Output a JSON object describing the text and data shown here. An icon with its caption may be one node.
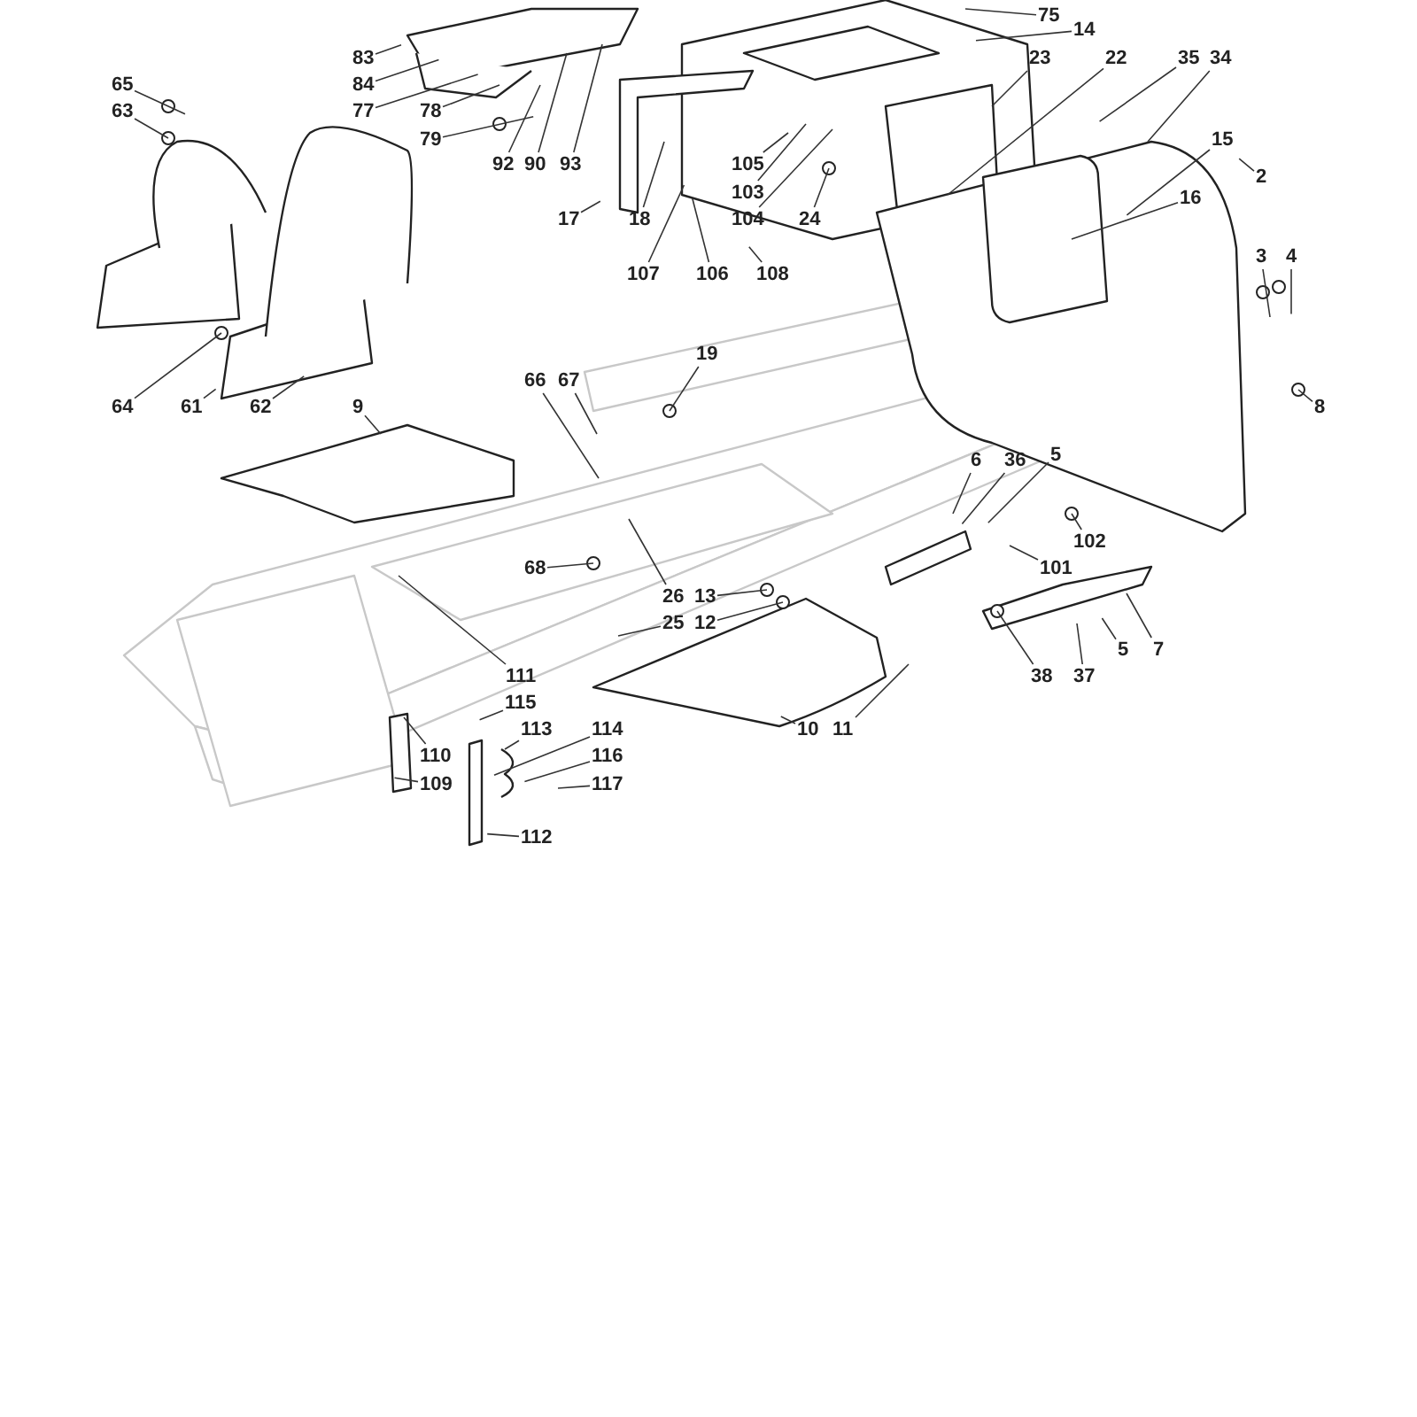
{
  "diagram": {
    "nodes": [
      {
        "text": [
          "75"
        ]
      },
      {
        "text": [
          "14"
        ]
      },
      {
        "text": [
          "83"
        ]
      },
      {
        "text": [
          "84"
        ]
      },
      {
        "text": [
          "77"
        ]
      },
      {
        "text": [
          "78"
        ]
      },
      {
        "text": [
          "79"
        ]
      },
      {
        "text": [
          "23"
        ]
      },
      {
        "text": [
          "22"
        ]
      },
      {
        "text": [
          "35"
        ]
      },
      {
        "text": [
          "34"
        ]
      },
      {
        "text": [
          "65"
        ]
      },
      {
        "text": [
          "63"
        ]
      },
      {
        "text": [
          "15"
        ]
      },
      {
        "text": [
          "92"
        ]
      },
      {
        "text": [
          "90"
        ]
      },
      {
        "text": [
          "93"
        ]
      },
      {
        "text": [
          "105"
        ]
      },
      {
        "text": [
          "103"
        ]
      },
      {
        "text": [
          "16"
        ]
      },
      {
        "text": [
          "2"
        ]
      },
      {
        "text": [
          "17"
        ]
      },
      {
        "text": [
          "18"
        ]
      },
      {
        "text": [
          "104"
        ]
      },
      {
        "text": [
          "24"
        ]
      },
      {
        "text": [
          "3"
        ]
      },
      {
        "text": [
          "4"
        ]
      },
      {
        "text": [
          "107"
        ]
      },
      {
        "text": [
          "106"
        ]
      },
      {
        "text": [
          "108"
        ]
      },
      {
        "text": [
          "19"
        ]
      },
      {
        "text": [
          "66"
        ]
      },
      {
        "text": [
          "67"
        ]
      },
      {
        "text": [
          "64"
        ]
      },
      {
        "text": [
          "61"
        ]
      },
      {
        "text": [
          "62"
        ]
      },
      {
        "text": [
          "9"
        ]
      },
      {
        "text": [
          "8"
        ]
      },
      {
        "text": [
          "6"
        ]
      },
      {
        "text": [
          "36"
        ]
      },
      {
        "text": [
          "5"
        ]
      },
      {
        "text": [
          "102"
        ]
      },
      {
        "text": [
          "68"
        ]
      },
      {
        "text": [
          "101"
        ]
      },
      {
        "text": [
          "26"
        ]
      },
      {
        "text": [
          "13"
        ]
      },
      {
        "text": [
          "25"
        ]
      },
      {
        "text": [
          "12"
        ]
      },
      {
        "text": [
          "5"
        ]
      },
      {
        "text": [
          "7"
        ]
      },
      {
        "text": [
          "111"
        ]
      },
      {
        "text": [
          "38"
        ]
      },
      {
        "text": [
          "37"
        ]
      },
      {
        "text": [
          "115"
        ]
      },
      {
        "text": [
          "113"
        ]
      },
      {
        "text": [
          "114"
        ]
      },
      {
        "text": [
          "10"
        ]
      },
      {
        "text": [
          "11"
        ]
      },
      {
        "text": [
          "110"
        ]
      },
      {
        "text": [
          "116"
        ]
      },
      {
        "text": [
          "109"
        ]
      },
      {
        "text": [
          "117"
        ]
      },
      {
        "text": [
          "112"
        ]
      }
    ],
    "edges": [
      {
        "from": 0,
        "to": null,
        "arrow": "none"
      },
      {
        "from": 1,
        "to": null,
        "arrow": "none"
      },
      {
        "from": 2,
        "to": null,
        "arrow": "none"
      },
      {
        "from": 3,
        "to": null,
        "arrow": "none"
      },
      {
        "from": 4,
        "to": null,
        "arrow": "none"
      },
      {
        "from": 5,
        "to": null,
        "arrow": "none"
      },
      {
        "from": 6,
        "to": null,
        "arrow": "none"
      },
      {
        "from": 7,
        "to": null,
        "arrow": "none"
      },
      {
        "from": 8,
        "to": null,
        "arrow": "none"
      },
      {
        "from": 9,
        "to": null,
        "arrow": "none"
      },
      {
        "from": 10,
        "to": null,
        "arrow": "none"
      },
      {
        "from": 11,
        "to": null,
        "arrow": "none"
      },
      {
        "from": 12,
        "to": null,
        "arrow": "none"
      },
      {
        "from": 13,
        "to": null,
        "arrow": "none"
      },
      {
        "from": 14,
        "to": null,
        "arrow": "none"
      },
      {
        "from": 15,
        "to": null,
        "arrow": "none"
      },
      {
        "from": 16,
        "to": null,
        "arrow": "none"
      },
      {
        "from": 17,
        "to": null,
        "arrow": "none"
      },
      {
        "from": 18,
        "to": null,
        "arrow": "none"
      },
      {
        "from": 19,
        "to": null,
        "arrow": "none"
      },
      {
        "from": 20,
        "to": null,
        "arrow": "none"
      },
      {
        "from": 21,
        "to": null,
        "arrow": "none"
      },
      {
        "from": 22,
        "to": null,
        "arrow": "none"
      },
      {
        "from": 23,
        "to": null,
        "arrow": "none"
      },
      {
        "from": 24,
        "to": null,
        "arrow": "none"
      },
      {
        "from": 25,
        "to": null,
        "arrow": "none"
      },
      {
        "from": 26,
        "to": null,
        "arrow": "none"
      },
      {
        "from": 27,
        "to": null,
        "arrow": "none"
      },
      {
        "from": 28,
        "to": null,
        "arrow": "none"
      },
      {
        "from": 29,
        "to": null,
        "arrow": "none"
      },
      {
        "from": 30,
        "to": null,
        "arrow": "none"
      },
      {
        "from": 31,
        "to": null,
        "arrow": "none"
      },
      {
        "from": 32,
        "to": null,
        "arrow": "none"
      },
      {
        "from": 33,
        "to": null,
        "arrow": "none"
      },
      {
        "from": 34,
        "to": null,
        "arrow": "none"
      },
      {
        "from": 35,
        "to": null,
        "arrow": "none"
      },
      {
        "from": 36,
        "to": null,
        "arrow": "none"
      },
      {
        "from": 37,
        "to": null,
        "arrow": "none"
      },
      {
        "from": 38,
        "to": null,
        "arrow": "none"
      },
      {
        "from": 39,
        "to": null,
        "arrow": "none"
      },
      {
        "from": 40,
        "to": null,
        "arrow": "none"
      },
      {
        "from": 41,
        "to": null,
        "arrow": "none"
      },
      {
        "from": 42,
        "to": null,
        "arrow": "none"
      },
      {
        "from": 43,
        "to": null,
        "arrow": "none"
      },
      {
        "from": 44,
        "to": null,
        "arrow": "none"
      },
      {
        "from": 45,
        "to": null,
        "arrow": "none"
      },
      {
        "from": 46,
        "to": null,
        "arrow": "none"
      },
      {
        "from": 47,
        "to": null,
        "arrow": "none"
      },
      {
        "from": 48,
        "to": null,
        "arrow": "none"
      },
      {
        "from": 49,
        "to": null,
        "arrow": "none"
      },
      {
        "from": 50,
        "to": null,
        "arrow": "none"
      },
      {
        "from": 51,
        "to": null,
        "arrow": "none"
      },
      {
        "from": 52,
        "to": null,
        "arrow": "none"
      },
      {
        "from": 53,
        "to": null,
        "arrow": "none"
      },
      {
        "from": 54,
        "to": null,
        "arrow": "none"
      },
      {
        "from": 55,
        "to": null,
        "arrow": "none"
      },
      {
        "from": 56,
        "to": null,
        "arrow": "none"
      },
      {
        "from": 57,
        "to": null,
        "arrow": "none"
      },
      {
        "from": 58,
        "to": null,
        "arrow": "none"
      },
      {
        "from": 59,
        "to": null,
        "arrow": "none"
      },
      {
        "from": 60,
        "to": null,
        "arrow": "none"
      },
      {
        "from": 61,
        "to": null,
        "arrow": "none"
      },
      {
        "from": 62,
        "to": null,
        "arrow": "none"
      }
    ]
  }
}
